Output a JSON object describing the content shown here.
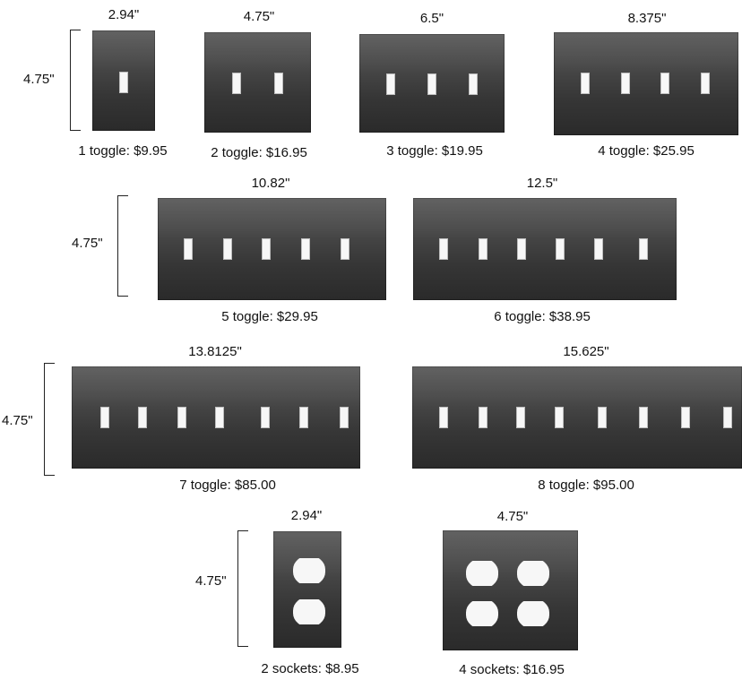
{
  "plates": [
    {
      "id": "1-toggle",
      "width_label": "2.94\"",
      "height_label": "4.75\"",
      "price_label": "1 toggle: $9.95",
      "toggles": 1
    },
    {
      "id": "2-toggle",
      "width_label": "4.75\"",
      "price_label": "2 toggle: $16.95",
      "toggles": 2
    },
    {
      "id": "3-toggle",
      "width_label": "6.5\"",
      "price_label": "3 toggle: $19.95",
      "toggles": 3
    },
    {
      "id": "4-toggle",
      "width_label": "8.375\"",
      "price_label": "4 toggle: $25.95",
      "toggles": 4
    },
    {
      "id": "5-toggle",
      "width_label": "10.82\"",
      "height_label": "4.75\"",
      "price_label": "5 toggle: $29.95",
      "toggles": 5
    },
    {
      "id": "6-toggle",
      "width_label": "12.5\"",
      "price_label": "6 toggle: $38.95",
      "toggles": 6
    },
    {
      "id": "7-toggle",
      "width_label": "13.8125\"",
      "height_label": "4.75\"",
      "price_label": "7 toggle: $85.00",
      "toggles": 7
    },
    {
      "id": "8-toggle",
      "width_label": "15.625\"",
      "price_label": "8 toggle: $95.00",
      "toggles": 8
    },
    {
      "id": "2-sockets",
      "width_label": "2.94\"",
      "height_label": "4.75\"",
      "price_label": "2 sockets: $8.95",
      "sockets": 2
    },
    {
      "id": "4-sockets",
      "width_label": "4.75\"",
      "price_label": "4 sockets: $16.95",
      "sockets": 4
    }
  ]
}
